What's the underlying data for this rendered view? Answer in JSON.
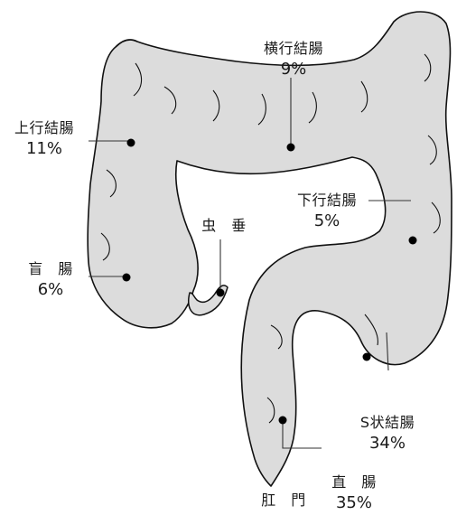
{
  "colors": {
    "colon_fill": "#dcdcdc",
    "outline": "#111111",
    "leader": "#333333",
    "text": "#1a1a1a"
  },
  "segments": {
    "transverse": {
      "name": "横行結腸",
      "percent": "9%"
    },
    "ascending": {
      "name": "上行結腸",
      "percent": "11%"
    },
    "descending": {
      "name": "下行結腸",
      "percent": "5%"
    },
    "cecum": {
      "name": "盲　腸",
      "percent": "6%"
    },
    "appendix": {
      "name": "虫　垂"
    },
    "sigmoid": {
      "name": "S状結腸",
      "percent": "34%"
    },
    "rectum": {
      "name": "直　腸",
      "percent": "35%"
    },
    "anus": {
      "name": "肛　門"
    }
  }
}
